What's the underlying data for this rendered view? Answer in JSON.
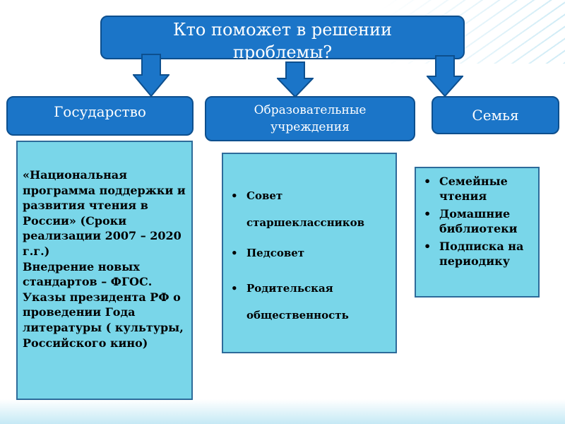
{
  "title": "Кто поможет в решении проблемы?",
  "categories": [
    {
      "label": "Государство"
    },
    {
      "label": "Образовательные учреждения"
    },
    {
      "label": "Семья"
    }
  ],
  "state_content": [
    "«Национальная программа поддержки и развития чтения в России» (Сроки реализации 2007 – 2020 г.г.)",
    "Внедрение новых стандартов – ФГОС.",
    "Указы президента РФ о проведении Года литературы ( культуры, Российского кино)"
  ],
  "education_items": [
    "Совет старшеклассников",
    "Педсовет",
    "Родительская общественность"
  ],
  "family_items": [
    "Семейные чтения",
    "Домашние библиотеки",
    "Подписка на периодику"
  ],
  "colors": {
    "header_fill": "#1b75c8",
    "content_fill": "#79d6e9",
    "border": "#2d6b9a"
  }
}
